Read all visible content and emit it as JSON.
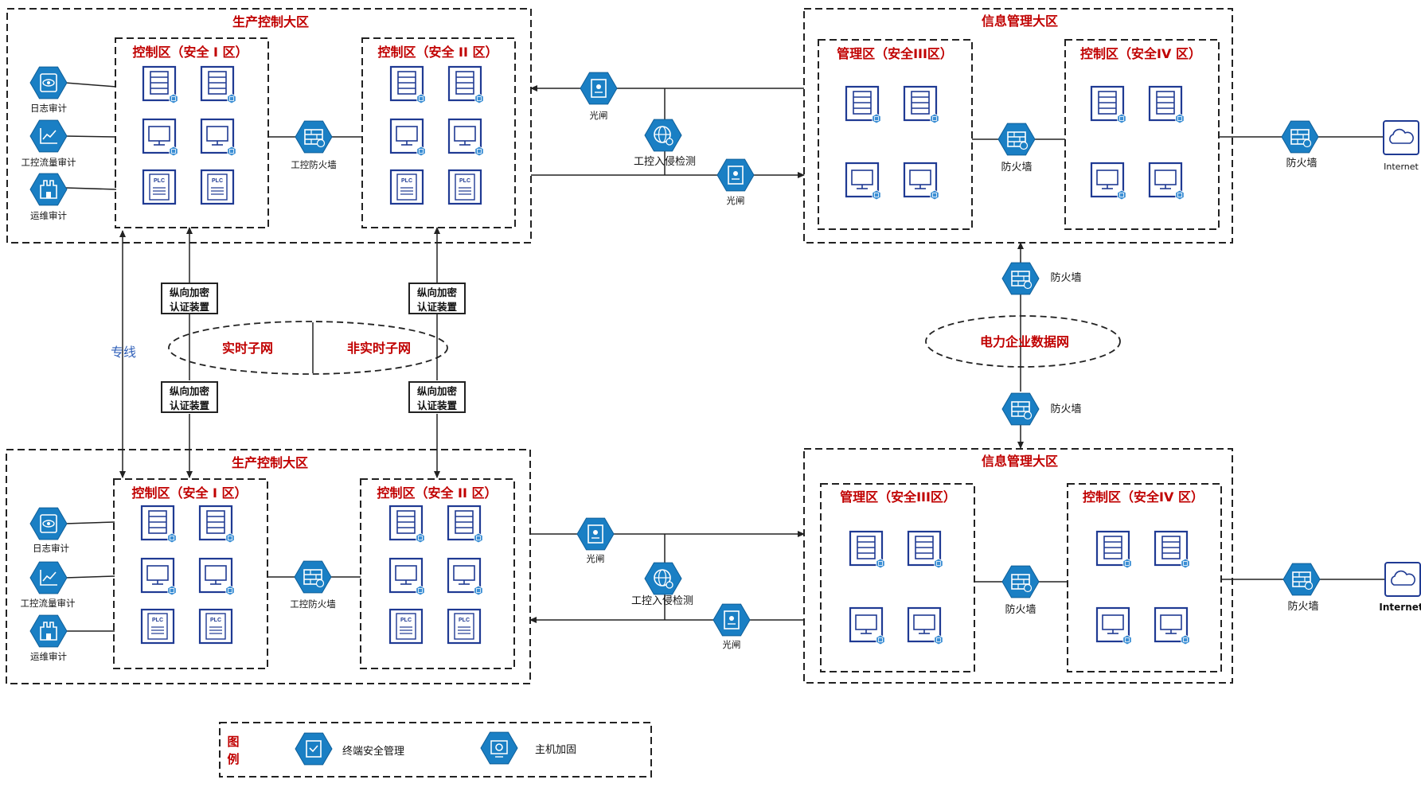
{
  "top": {
    "prod_region": "生产控制大区",
    "info_region": "信息管理大区",
    "zone1": "控制区（安全 I 区）",
    "zone2": "控制区（安全 II 区）",
    "zone3": "管理区（安全III区）",
    "zone4": "控制区（安全IV 区）",
    "log_audit": "日志审计",
    "traffic_audit": "工控流量审计",
    "ops_audit": "运维审计",
    "ics_firewall": "工控防火墙",
    "gate1": "光闸",
    "gate2": "光闸",
    "ids": "工控入侵检测",
    "firewall_mid": "防火墙",
    "firewall_right": "防火墙",
    "internet": "Internet"
  },
  "middle": {
    "vpn_top_left": "纵向加密\n认证装置",
    "vpn_top_right": "纵向加密\n认证装置",
    "vpn_bottom_left": "纵向加密\n认证装置",
    "vpn_bottom_right": "纵向加密\n认证装置",
    "realtime": "实时子网",
    "non_realtime": "非实时子网",
    "dedicated_line": "专线",
    "enterprise_net": "电力企业数据网",
    "firewall_upper": "防火墙",
    "firewall_lower": "防火墙"
  },
  "bottom": {
    "prod_region": "生产控制大区",
    "info_region": "信息管理大区",
    "zone1": "控制区（安全 I 区）",
    "zone2": "控制区（安全 II 区）",
    "zone3": "管理区（安全III区）",
    "zone4": "控制区（安全IV 区）",
    "log_audit": "日志审计",
    "traffic_audit": "工控流量审计",
    "ops_audit": "运维审计",
    "ics_firewall": "工控防火墙",
    "gate1": "光闸",
    "gate2": "光闸",
    "ids": "工控入侵检测",
    "firewall_mid": "防火墙",
    "firewall_right": "防火墙",
    "internet": "Internet"
  },
  "legend": {
    "title": "图\n例",
    "item1": "终端安全管理",
    "item2": "主机加固"
  },
  "device_labels": {
    "plc": "PLC"
  },
  "colors": {
    "region_title": "#c00000",
    "hex_icon": "#1a7fc4",
    "device": "#1f3a93",
    "line": "#222222"
  }
}
